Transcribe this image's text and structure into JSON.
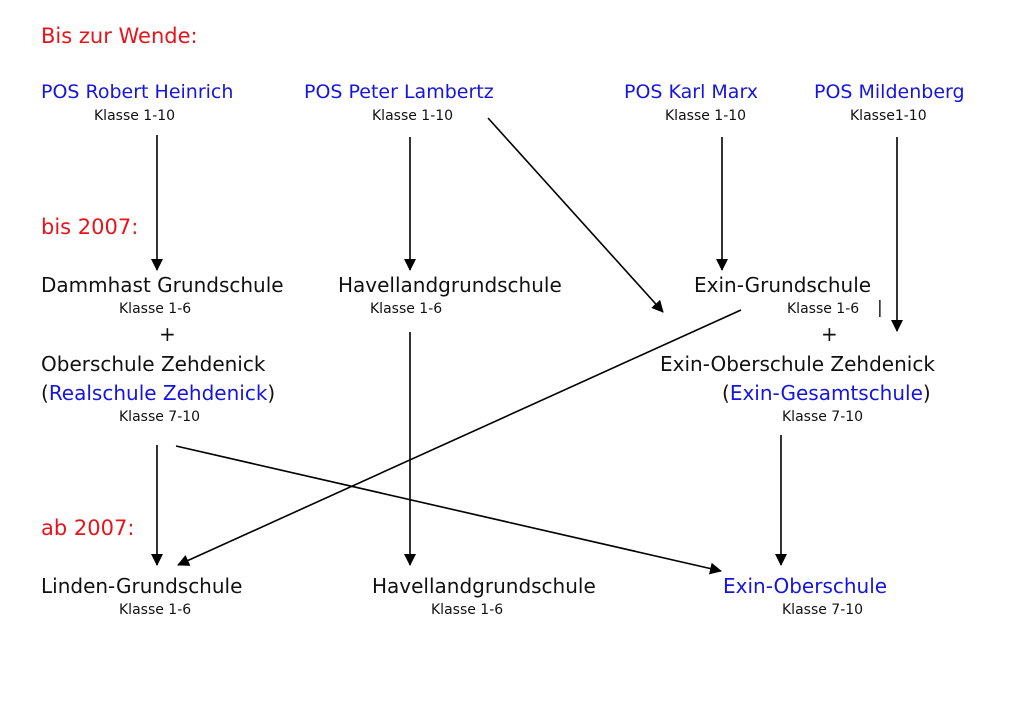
{
  "sections": {
    "before": "Bis zur Wende:",
    "until2007": "bis 2007:",
    "from2007": "ab 2007:"
  },
  "wende": [
    {
      "name": "POS Robert Heinrich",
      "grades": "Klasse 1-10"
    },
    {
      "name": "POS Peter Lambertz",
      "grades": "Klasse 1-10"
    },
    {
      "name": "POS Karl Marx",
      "grades": "Klasse 1-10"
    },
    {
      "name": "POS Mildenberg",
      "grades": "Klasse1-10"
    }
  ],
  "bis2007": {
    "dammhast": {
      "name": "Dammhast Grundschule",
      "grades": "Klasse 1-6"
    },
    "plus": "+",
    "oberschule": {
      "name": "Oberschule Zehdenick",
      "paren_open": "(",
      "alt_name": "Realschule Zehdenick",
      "paren_close": ")",
      "grades": "Klasse 7-10"
    },
    "havelland": {
      "name": "Havellandgrundschule",
      "grades": "Klasse 1-6"
    },
    "exin_grund": {
      "name": "Exin-Grundschule",
      "grades": "Klasse 1-6",
      "marker": "|"
    },
    "exin_ober": {
      "name": "Exin-Oberschule Zehdenick",
      "paren_open": "(",
      "alt_name": "Exin-Gesamtschule",
      "paren_close": ")",
      "grades": "Klasse 7-10"
    }
  },
  "ab2007": [
    {
      "name": "Linden-Grundschule",
      "grades": "Klasse 1-6"
    },
    {
      "name": "Havellandgrundschule",
      "grades": "Klasse 1-6"
    },
    {
      "name": "Exin-Oberschule",
      "grades": "Klasse 7-10"
    }
  ],
  "colors": {
    "section": "#e8141b",
    "link": "#1515e0",
    "text": "#111111"
  },
  "connections": [
    {
      "from": "POS Robert Heinrich",
      "to": "Dammhast Grundschule"
    },
    {
      "from": "POS Peter Lambertz",
      "to": "Havellandgrundschule (bis 2007)"
    },
    {
      "from": "POS Peter Lambertz",
      "to": "Exin-Grundschule"
    },
    {
      "from": "POS Karl Marx",
      "to": "Exin-Grundschule"
    },
    {
      "from": "POS Mildenberg",
      "to": "Exin-Oberschule Zehdenick"
    },
    {
      "from": "Oberschule Zehdenick",
      "to": "Linden-Grundschule"
    },
    {
      "from": "Oberschule Zehdenick",
      "to": "Exin-Oberschule"
    },
    {
      "from": "Havellandgrundschule (bis 2007)",
      "to": "Havellandgrundschule (ab 2007)"
    },
    {
      "from": "Exin-Grundschule",
      "to": "Linden-Grundschule"
    },
    {
      "from": "Exin-Oberschule Zehdenick",
      "to": "Exin-Oberschule"
    }
  ]
}
